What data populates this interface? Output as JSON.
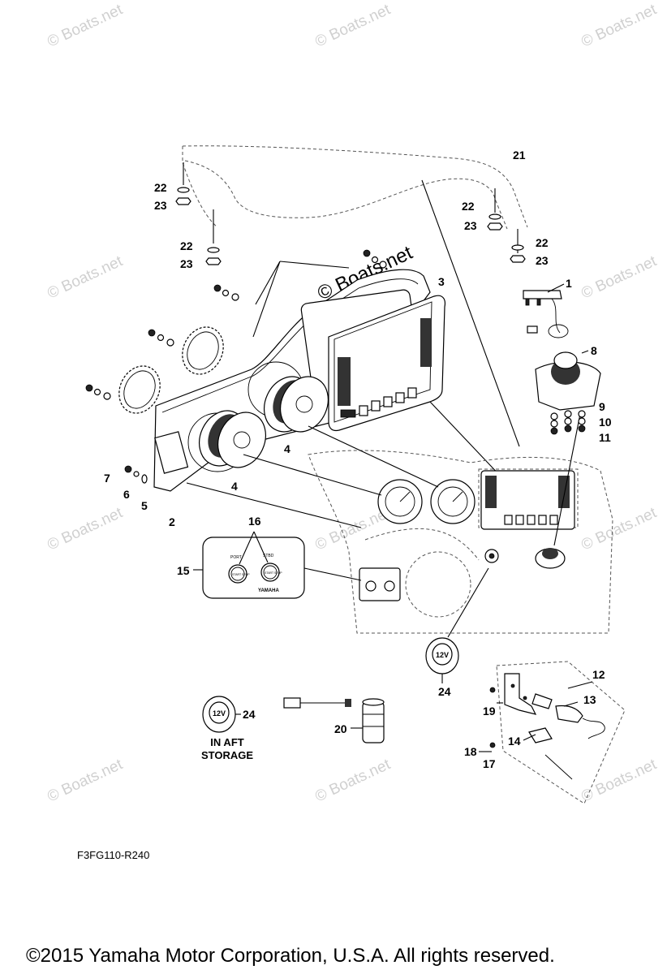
{
  "watermark": {
    "text": "© Boats.net"
  },
  "callouts": {
    "c1": "1",
    "c2": "2",
    "c3": "3",
    "c4a": "4",
    "c4b": "4",
    "c5": "5",
    "c6": "6",
    "c7": "7",
    "c8": "8",
    "c9": "9",
    "c10": "10",
    "c11": "11",
    "c12": "12",
    "c13": "13",
    "c14": "14",
    "c15": "15",
    "c16": "16",
    "c17": "17",
    "c18": "18",
    "c19": "19",
    "c20": "20",
    "c21": "21",
    "c22a": "22",
    "c22b": "22",
    "c22c": "22",
    "c22d": "22",
    "c23a": "23",
    "c23b": "23",
    "c23c": "23",
    "c23d": "23",
    "c24a": "24",
    "c24b": "24"
  },
  "panel_labels": {
    "switch_left": "PORT",
    "switch_right": "STBD",
    "switch_button": "START STOP",
    "brand": "YAMAHA",
    "socket": "12V"
  },
  "aft_storage_label": {
    "line1": "IN AFT",
    "line2": "STORAGE"
  },
  "diagram_code": "F3FG110-R240",
  "copyright": "©2015 Yamaha Motor Corporation, U.S.A. All rights reserved."
}
